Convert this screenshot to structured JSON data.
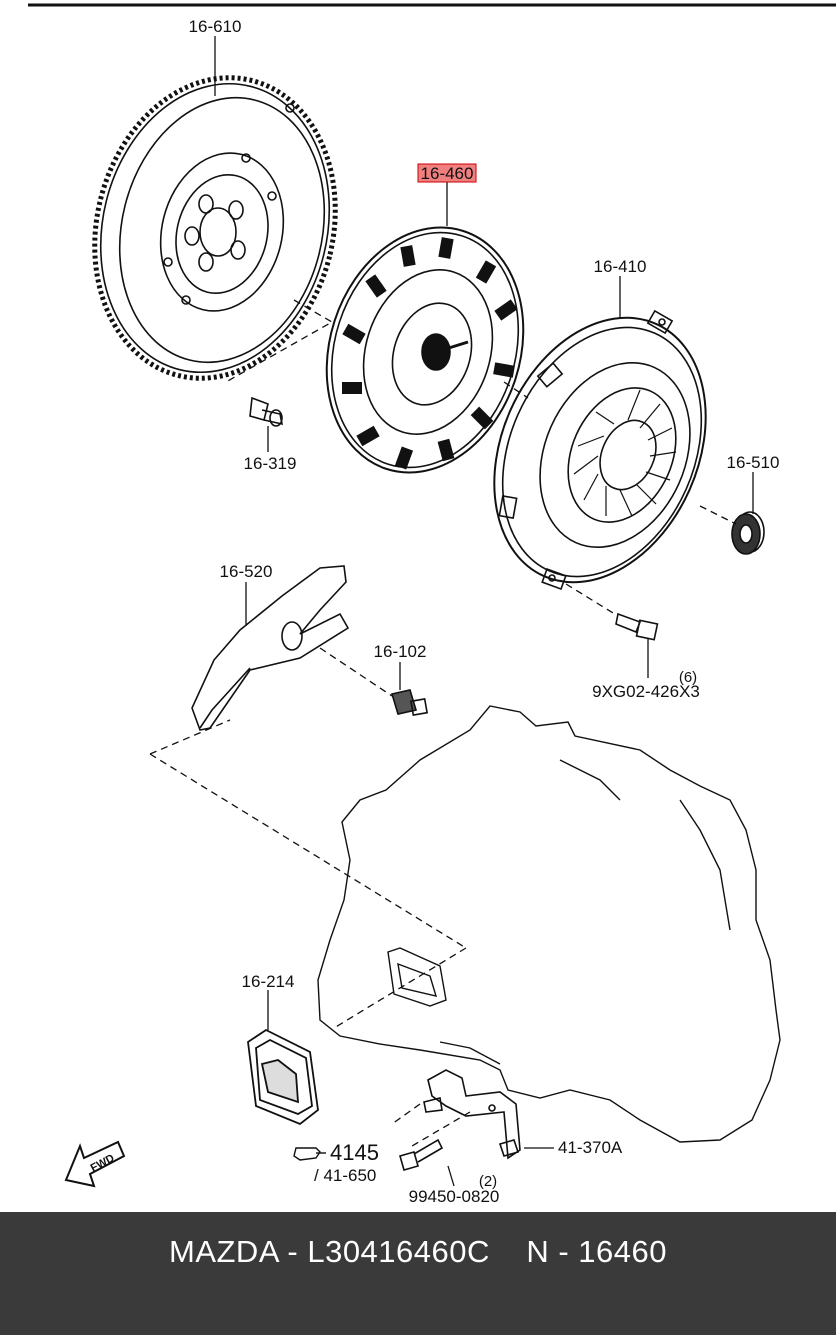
{
  "labels": {
    "flywheel": "16-610",
    "clutch_disc": "16-460",
    "pressure_plate": "16-410",
    "flywheel_bolt": "16-319",
    "release_bearing": "16-510",
    "release_fork": "16-520",
    "pivot_bolt": "16-102",
    "pp_bolt_part": "9XG02-426X3",
    "pp_bolt_qty": "(6)",
    "boot": "16-214",
    "bracket": "41-370A",
    "ref_4145": "4145",
    "ref_41650": "/ 41-650",
    "bolt_part": "99450-0820",
    "bolt_qty": "(2)",
    "fwd": "FWD"
  },
  "highlight_color": "#f08080",
  "footer": {
    "text": "MAZDA - L30416460C    N - 16460"
  }
}
